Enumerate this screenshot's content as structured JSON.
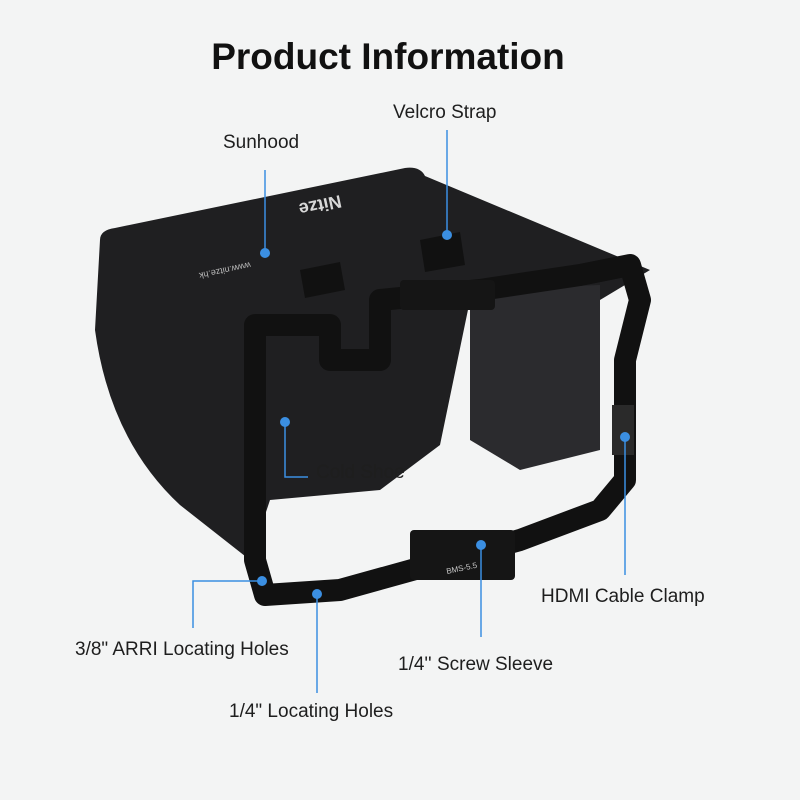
{
  "title": "Product Information",
  "accent_color": "#3b8fe2",
  "callouts": {
    "sunhood": "Sunhood",
    "velcro_strap": "Velcro Strap",
    "cold_shoe": "Cold Shoe",
    "hdmi_cable_clamp": "HDMI Cable Clamp",
    "screw_sleeve": "1/4'' Screw Sleeve",
    "arri_holes": "3/8\" ARRI Locating Holes",
    "locating_holes": "1/4\" Locating Holes"
  },
  "product_marks": {
    "brand": "Nitze",
    "website": "www.nitze.hk",
    "model": "BMS-5.5"
  }
}
